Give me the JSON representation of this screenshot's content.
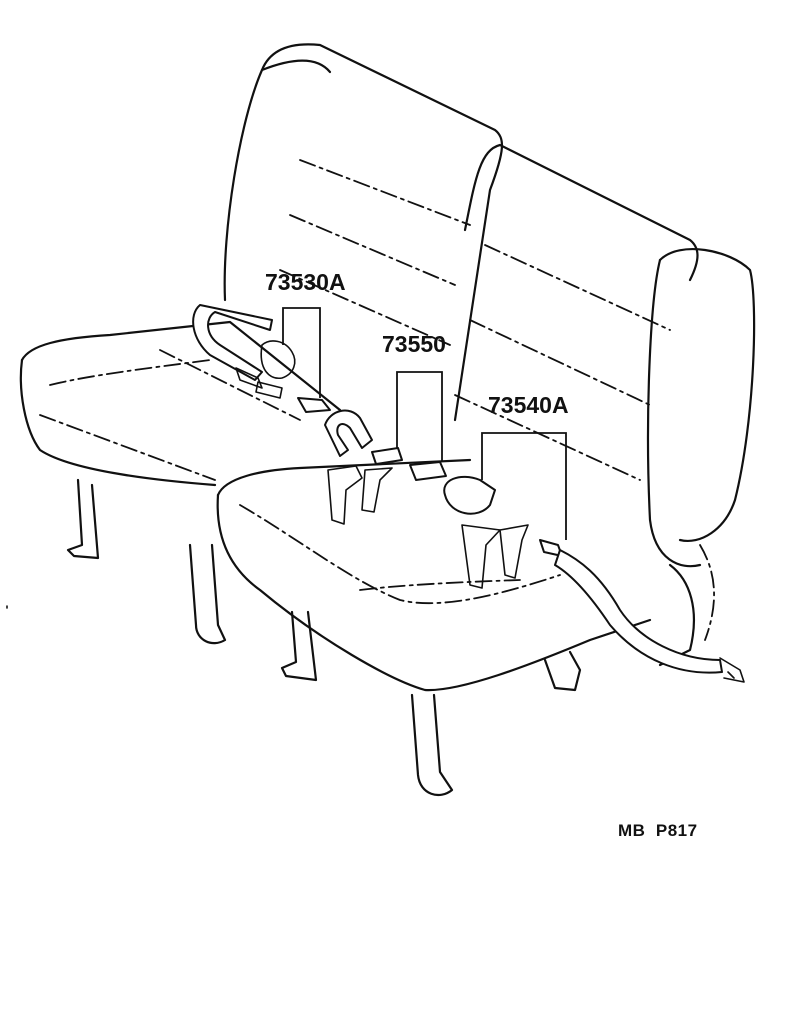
{
  "parts": [
    {
      "id": "73530A"
    },
    {
      "id": "73550"
    },
    {
      "id": "73540A"
    }
  ],
  "reference_code": "MB  P817"
}
